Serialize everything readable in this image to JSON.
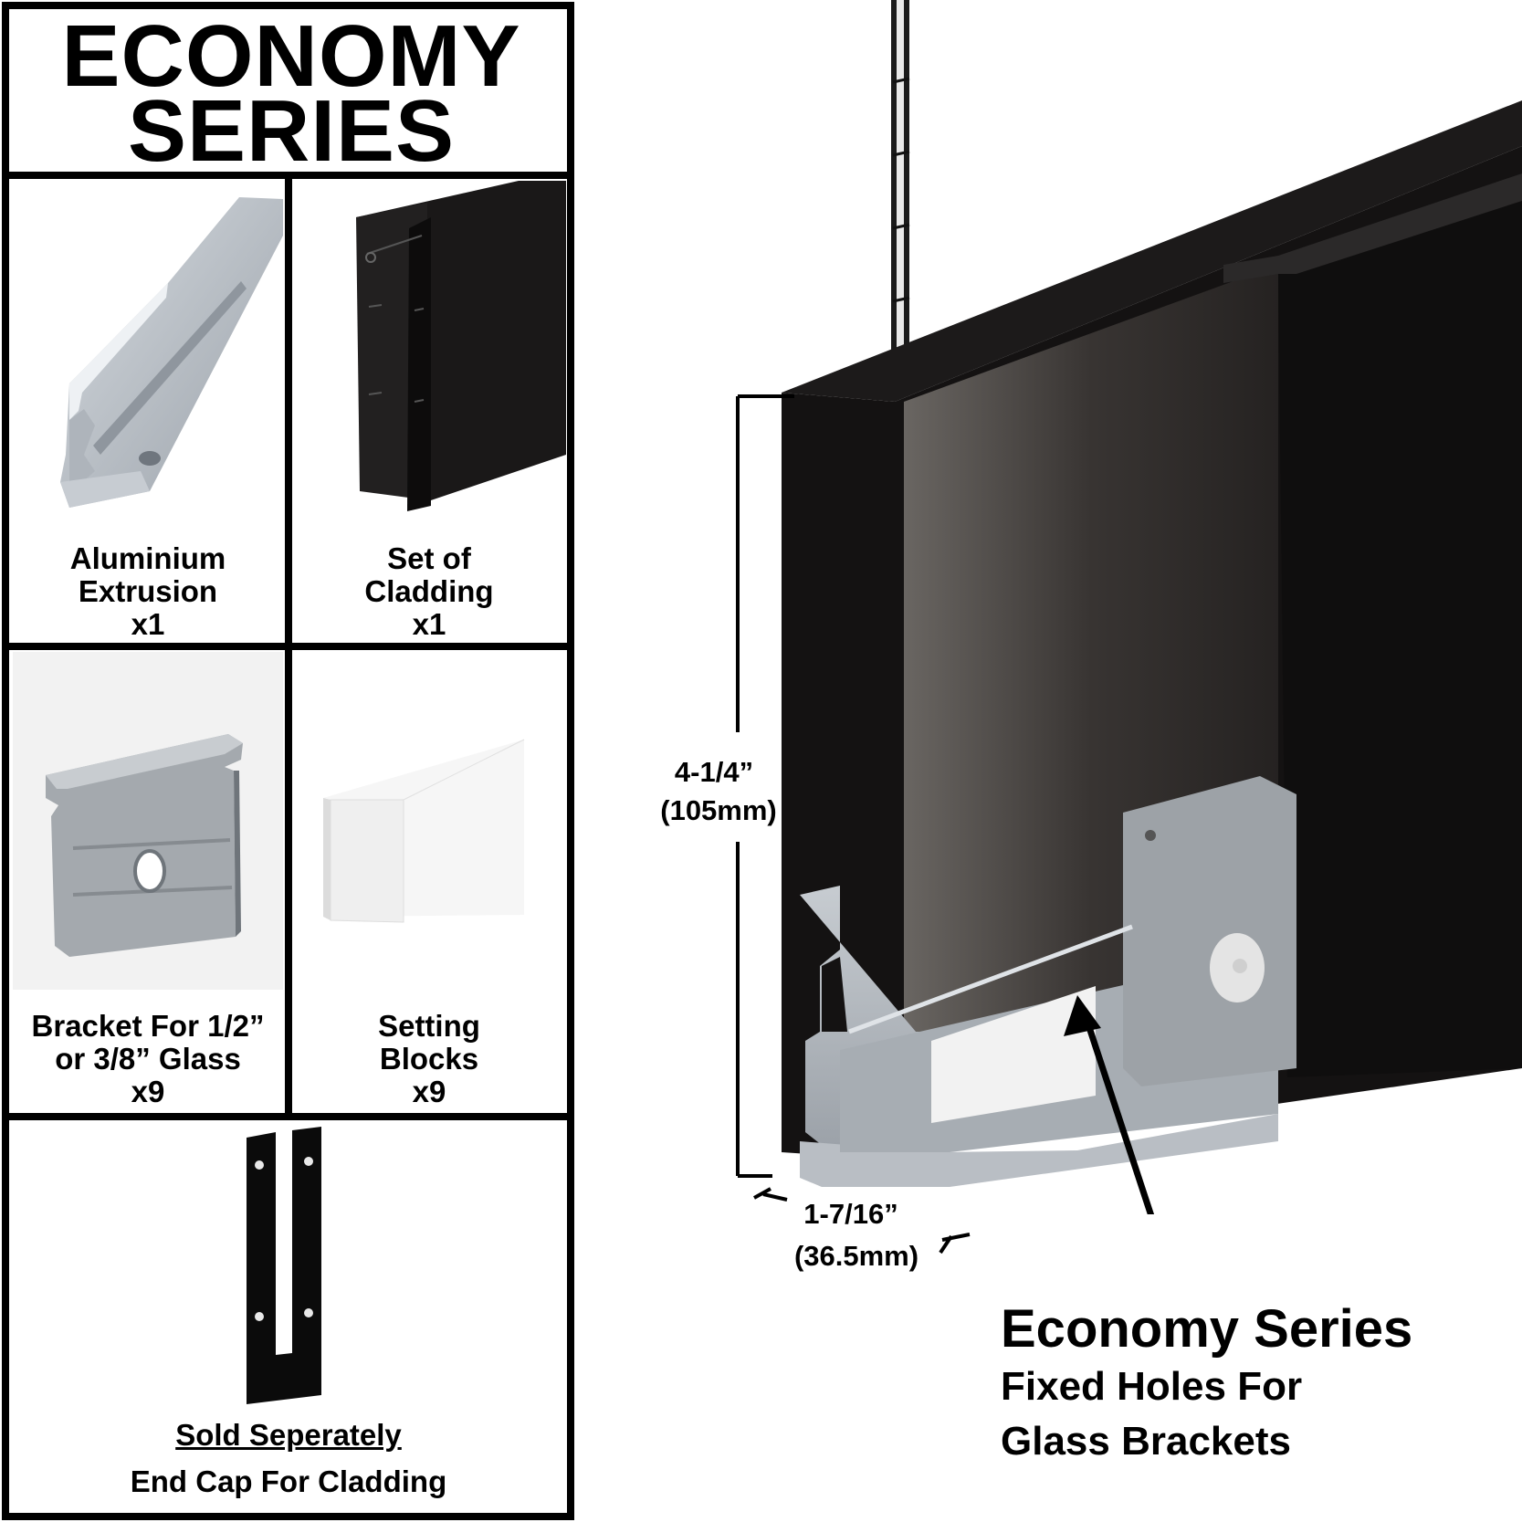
{
  "title": {
    "line1": "ECONOMY",
    "line2": "SERIES"
  },
  "kit_items": [
    {
      "name_line1": "Aluminium",
      "name_line2": "Extrusion",
      "qty": "x1"
    },
    {
      "name_line1": "Set of",
      "name_line2": "Cladding",
      "qty": "x1"
    },
    {
      "name_line1": "Bracket For 1/2”",
      "name_line2": "or 3/8” Glass",
      "qty": "x9"
    },
    {
      "name_line1": "Setting",
      "name_line2": "Blocks",
      "qty": "x9"
    }
  ],
  "sold_separately": {
    "label": "Sold Seperately",
    "item": "End Cap For Cladding"
  },
  "dimensions": {
    "height_imperial": "4-1/4”",
    "height_metric": "(105mm)",
    "width_imperial": "1-7/16”",
    "width_metric": "(36.5mm)"
  },
  "callout": {
    "heading": "Economy Series",
    "line1": "Fixed Holes For",
    "line2": "Glass Brackets"
  },
  "colors": {
    "frame": "#000000",
    "aluminium": "#b9bec4",
    "cladding": "#151313",
    "block": "#f4f4f4"
  }
}
